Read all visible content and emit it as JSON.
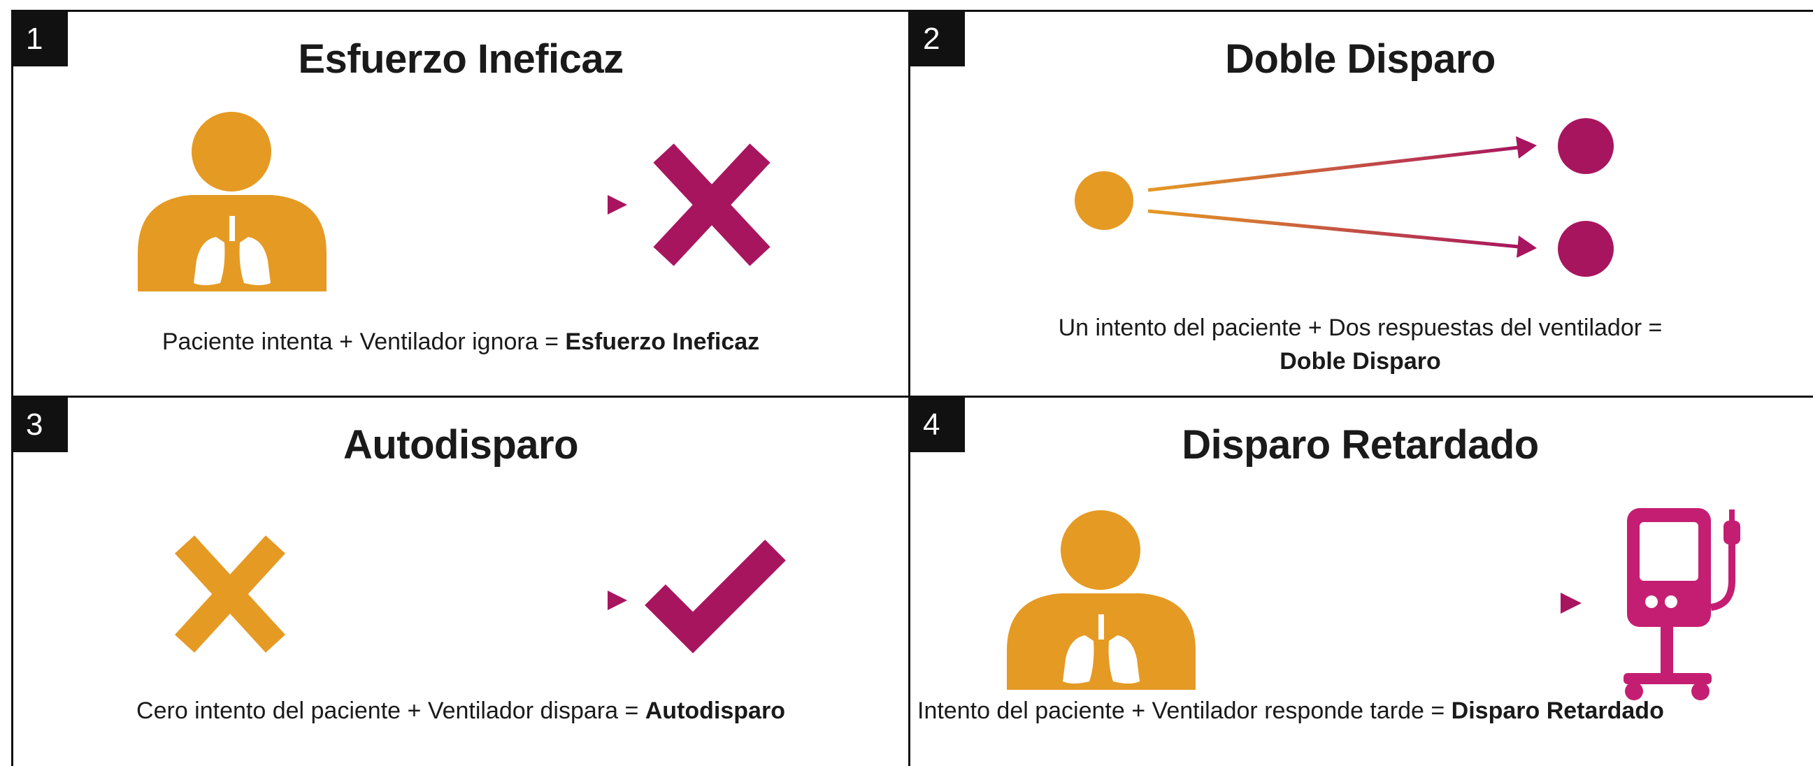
{
  "colors": {
    "orange": "#E59A24",
    "magenta": "#A8155F",
    "border": "#111111"
  },
  "panels": [
    {
      "number": "1",
      "title": "Esfuerzo Ineficaz",
      "caption_plain": "Paciente intenta + Ventilador ignora = ",
      "caption_bold": "Esfuerzo Ineficaz",
      "icons": [
        "patient-lungs-icon",
        "arrow-right-icon",
        "x-mark-icon"
      ]
    },
    {
      "number": "2",
      "title": "Doble Disparo",
      "caption_plain": "Un intento del paciente + Dos respuestas del ventilador =",
      "caption_bold": "Doble Disparo",
      "icons": [
        "small-circle-icon",
        "arrow-right-icon",
        "arrow-right-icon",
        "circle-icon",
        "circle-icon"
      ]
    },
    {
      "number": "3",
      "title": "Autodisparo",
      "caption_plain": "Cero intento del paciente + Ventilador dispara = ",
      "caption_bold": "Autodisparo",
      "icons": [
        "x-mark-icon",
        "arrow-right-icon",
        "checkmark-icon"
      ]
    },
    {
      "number": "4",
      "title": "Disparo Retardado",
      "caption_plain": "Intento del paciente + Ventilador responde tarde = ",
      "caption_bold": "Disparo Retardado",
      "icons": [
        "patient-lungs-icon",
        "dashed-arrow-icon",
        "ventilator-icon"
      ]
    }
  ]
}
